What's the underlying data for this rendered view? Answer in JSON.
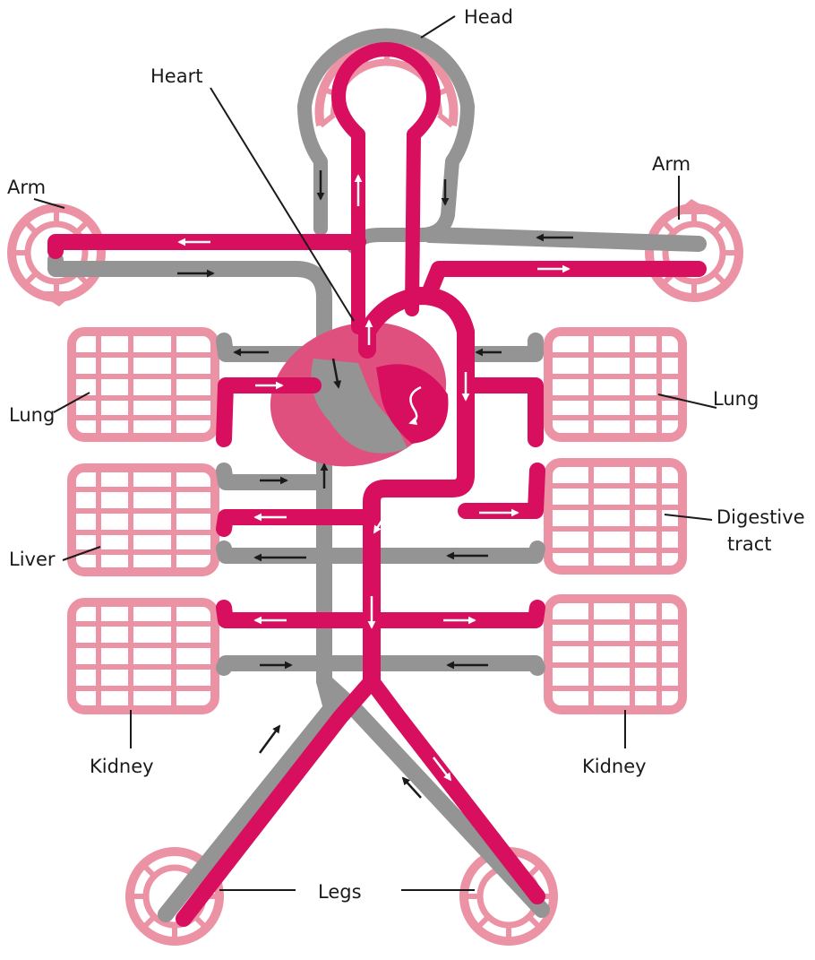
{
  "colors": {
    "oxygenated": "#d80e5f",
    "deoxygenated": "#949494",
    "capillary": "#eb92a5",
    "heart_body": "#e0507e",
    "label_text": "#1a1a1a"
  },
  "labels": {
    "head": "Head",
    "heart": "Heart",
    "arm_left": "Arm",
    "arm_right": "Arm",
    "lung_left": "Lung",
    "lung_right": "Lung",
    "liver": "Liver",
    "digestive_line1": "Digestive",
    "digestive_line2": "tract",
    "kidney_left": "Kidney",
    "kidney_right": "Kidney",
    "legs": "Legs"
  },
  "icons": {
    "flow_arrow_dark": "arrow-icon",
    "flow_arrow_light": "arrow-icon"
  }
}
